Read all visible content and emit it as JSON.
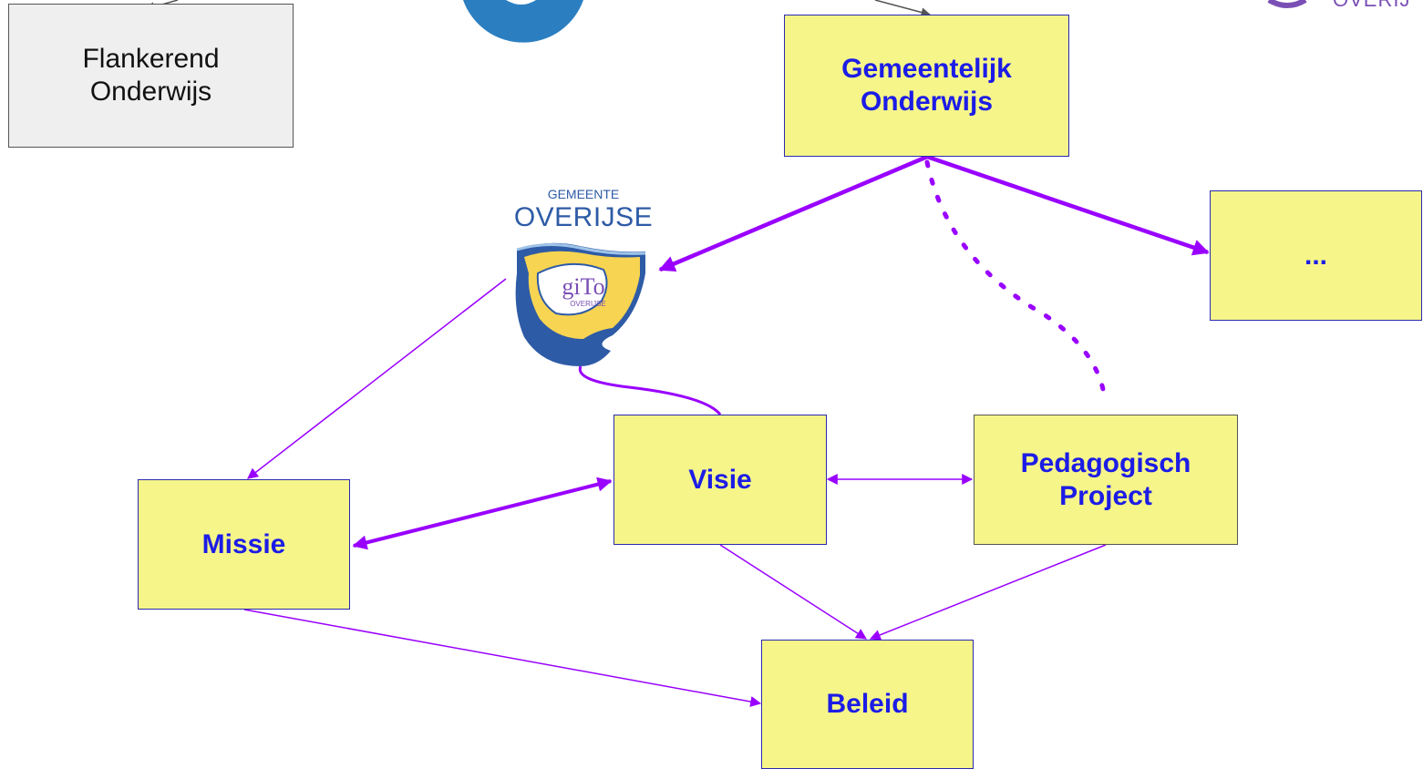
{
  "colors": {
    "box_fill": "#f5f58a",
    "box_fill_grey": "#efefef",
    "box_border": "#2a2ab0",
    "label_blue": "#1c1ce6",
    "arrow_purple": "#9900ff",
    "arrow_grey": "#555555",
    "logo_blue": "#2e5ba6",
    "logo_yellow": "#f7d451"
  },
  "boxes": {
    "flankerend": "Flankerend\nOnderwijs",
    "gemeentelijk": "Gemeentelijk\nOnderwijs",
    "ellipsis": "...",
    "missie": "Missie",
    "visie": "Visie",
    "pedagogisch": "Pedagogisch\nProject",
    "beleid": "Beleid"
  },
  "logo": {
    "line1": "GEMEENTE",
    "line2": "OVERIJSE",
    "emblem_text": "giTo",
    "emblem_subtext": "OVERIJSE"
  },
  "corner_logo_text": "OVERIJ"
}
